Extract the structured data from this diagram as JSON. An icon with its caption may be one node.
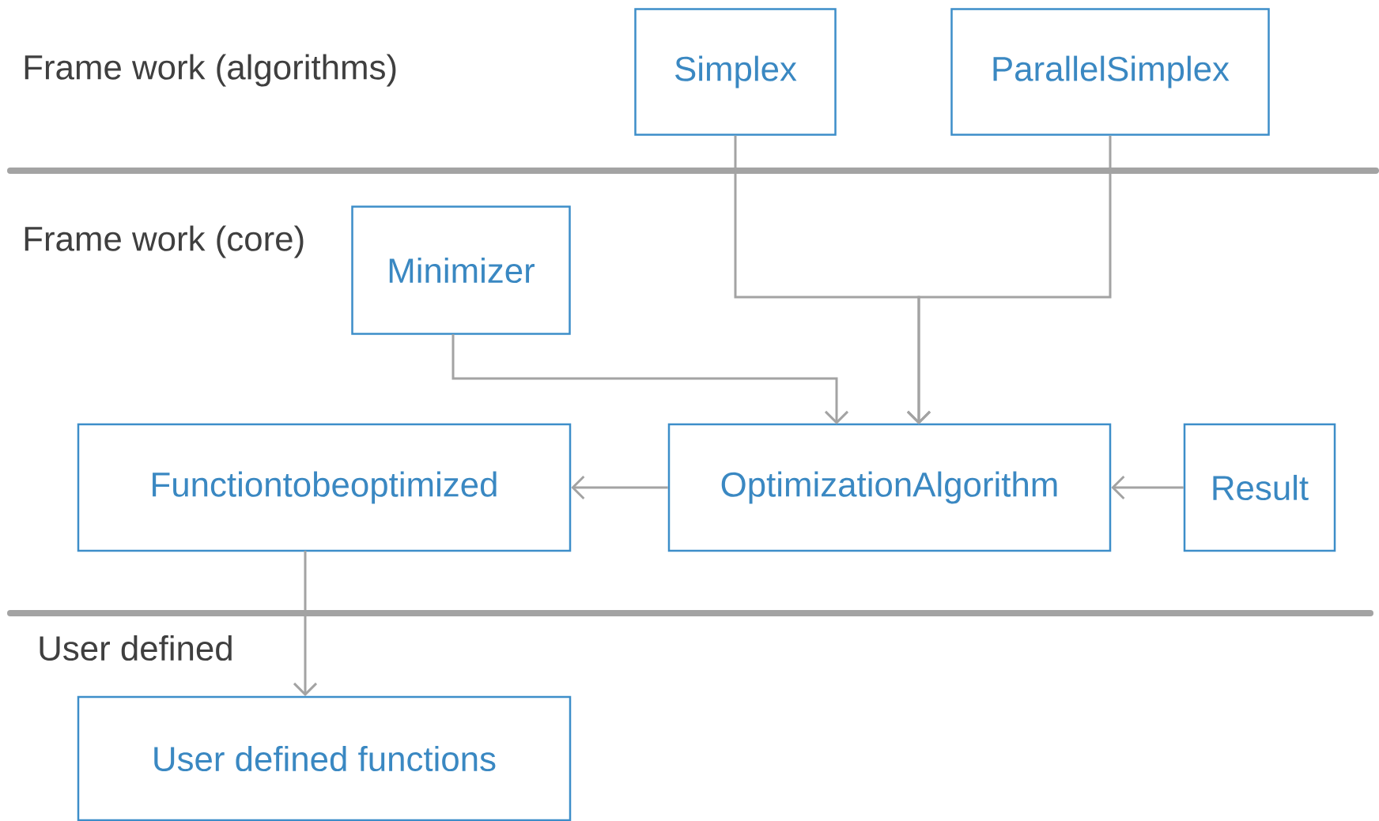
{
  "diagram": {
    "nodes": [
      {
        "text": [
          "Simplex"
        ]
      },
      {
        "text": [
          "ParallelSimplex"
        ]
      },
      {
        "text": [
          "Minimizer"
        ]
      },
      {
        "text": [
          "Functiontobeoptimized"
        ]
      },
      {
        "text": [
          "OptimizationAlgorithm"
        ]
      },
      {
        "text": [
          "Result"
        ]
      },
      {
        "text": [
          "User defined functions"
        ]
      }
    ],
    "edges": [
      {
        "from": 0,
        "to": 4,
        "arrow": "to"
      },
      {
        "from": 1,
        "to": 4,
        "arrow": "to"
      },
      {
        "from": 2,
        "to": 4,
        "arrow": "to"
      },
      {
        "from": 4,
        "to": 3,
        "arrow": "to"
      },
      {
        "from": 5,
        "to": 4,
        "arrow": "to"
      },
      {
        "from": 3,
        "to": 6,
        "arrow": "to"
      }
    ],
    "labels": [
      "Frame work (algorithms)",
      "Frame work (core)",
      "User defined"
    ]
  }
}
